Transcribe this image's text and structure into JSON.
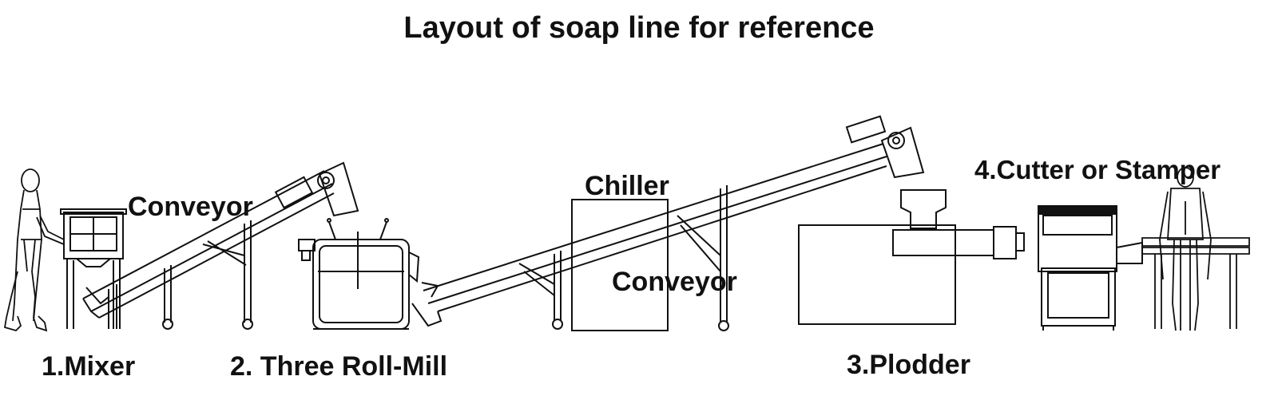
{
  "title": "Layout of soap line for reference",
  "labels": {
    "conveyor_1": "Conveyor",
    "chiller": "Chiller",
    "conveyor_2": "Conveyor",
    "cutter": "4.Cutter or Stamper",
    "mixer": "1.Mixer",
    "mill": "2. Three Roll-Mill",
    "plodder": "3.Plodder"
  },
  "colors": {
    "line": "#111111",
    "background": "#ffffff"
  }
}
